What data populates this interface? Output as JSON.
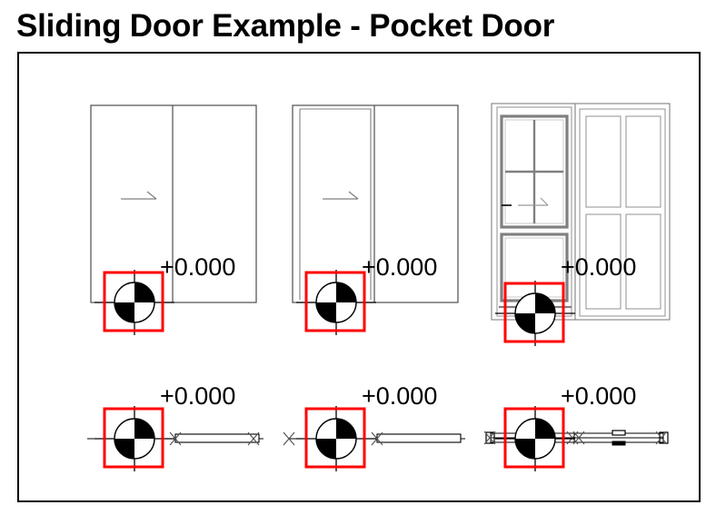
{
  "document": {
    "title": "Sliding Door Example - Pocket Door",
    "frame": {
      "border_color": "#000000"
    },
    "background_color": "#ffffff"
  },
  "symbols": {
    "level_marker_name": "level-datum-marker",
    "level_marker_box_color": "#ff0000",
    "line_color": "#4d4d4d",
    "frame_line_color": "#808080",
    "slide_arrow_name": "slide-direction-arrow",
    "end_cross_name": "pocket-end-cross-mark"
  },
  "elevations": [
    {
      "id": "elevation-1",
      "name": "plain-pocket-door-elevation",
      "level_label": "+0.000",
      "panel_type": "flush",
      "leaf_count": 2,
      "has_slide_arrow": true
    },
    {
      "id": "elevation-2",
      "name": "framed-pocket-door-elevation",
      "level_label": "+0.000",
      "panel_type": "framed",
      "leaf_count": 2,
      "has_slide_arrow": true
    },
    {
      "id": "elevation-3",
      "name": "glazed-panelled-pocket-door-elevation",
      "level_label": "+0.000",
      "panel_type": "glazed-panelled",
      "leaf_count": 2,
      "glazing_grid": "2x2",
      "has_slide_arrow": true
    }
  ],
  "plans": [
    {
      "id": "plan-1",
      "name": "plain-pocket-door-plan",
      "level_label": "+0.000",
      "track_style": "single",
      "cross_marks": 2,
      "has_handle_detail": false
    },
    {
      "id": "plan-2",
      "name": "framed-pocket-door-plan",
      "level_label": "+0.000",
      "track_style": "single",
      "cross_marks": 2,
      "has_handle_detail": false
    },
    {
      "id": "plan-3",
      "name": "glazed-panelled-pocket-door-plan",
      "level_label": "+0.000",
      "track_style": "double",
      "cross_marks": 4,
      "has_handle_detail": true
    }
  ],
  "level_labels": {
    "elev_1": "+0.000",
    "elev_2": "+0.000",
    "elev_3": "+0.000",
    "plan_1": "+0.000",
    "plan_2": "+0.000",
    "plan_3": "+0.000"
  }
}
